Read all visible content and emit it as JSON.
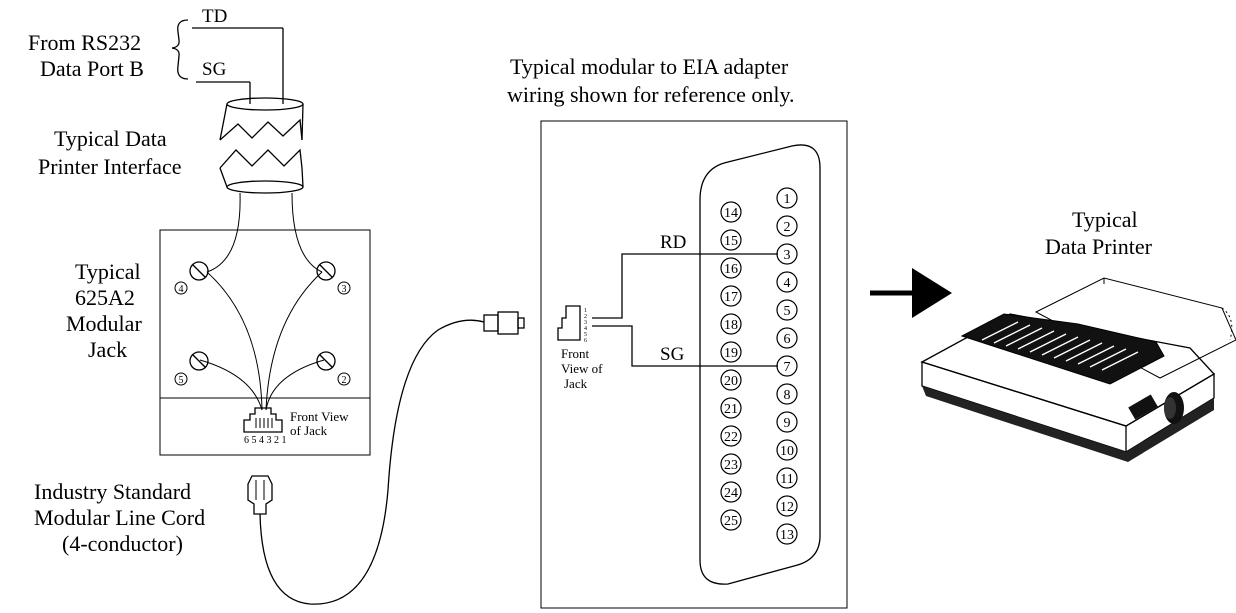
{
  "port": {
    "label_line1": "From RS232",
    "label_line2": "Data Port B",
    "td": "TD",
    "sg": "SG"
  },
  "interface": {
    "label_line1": "Typical Data",
    "label_line2": "Printer Interface"
  },
  "jack": {
    "label_line1": "Typical",
    "label_line2": "625A2",
    "label_line3": "Modular",
    "label_line4": "Jack",
    "terminals": [
      "4",
      "3",
      "5",
      "2"
    ],
    "front_view_line1": "Front View",
    "front_view_line2": "of Jack",
    "pin_numbers": "6 5 4 3 2 1"
  },
  "cord": {
    "label_line1": "Industry Standard",
    "label_line2": "Modular Line Cord",
    "label_line3": "(4-conductor)"
  },
  "adapter": {
    "caption_line1": "Typical modular to EIA adapter",
    "caption_line2": "wiring shown for reference only.",
    "rd": "RD",
    "sg": "SG",
    "front_line1": "Front",
    "front_line2": "View of",
    "front_line3": "Jack",
    "jack_pins": [
      "1",
      "2",
      "3",
      "4",
      "5",
      "6"
    ],
    "left_pins": [
      "14",
      "15",
      "16",
      "17",
      "18",
      "19",
      "20",
      "21",
      "22",
      "23",
      "24",
      "25"
    ],
    "right_pins": [
      "1",
      "2",
      "3",
      "4",
      "5",
      "6",
      "7",
      "8",
      "9",
      "10",
      "11",
      "12",
      "13"
    ]
  },
  "printer": {
    "label_line1": "Typical",
    "label_line2": "Data Printer"
  }
}
